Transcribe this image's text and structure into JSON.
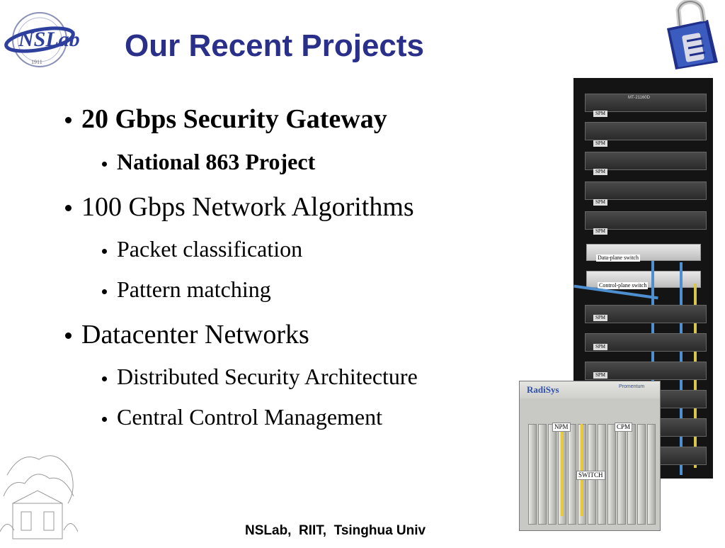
{
  "slide": {
    "title": "Our Recent Projects",
    "bullets": [
      {
        "text": "20 Gbps Security Gateway",
        "bold": true,
        "sub": [
          {
            "text": "National 863 Project",
            "bold": true
          }
        ]
      },
      {
        "text": "100 Gbps Network Algorithms",
        "bold": false,
        "sub": [
          {
            "text": "Packet classification"
          },
          {
            "text": "Pattern matching"
          }
        ]
      },
      {
        "text": "Datacenter Networks",
        "bold": false,
        "sub": [
          {
            "text": "Distributed Security Architecture"
          },
          {
            "text": "Central Control Management"
          }
        ]
      }
    ],
    "footer": "NSLab,  RIIT,  Tsinghua Univ"
  },
  "logo": {
    "text": "NSLab",
    "year": "1911"
  },
  "rack_photo": {
    "model": "MT-21160D",
    "spm_label": "SPM",
    "data_plane": "Data-plane switch",
    "control_plane": "Control-plane switch"
  },
  "chassis_photo": {
    "brand": "RadiSys",
    "brand_right": "Promentum",
    "npm": "NPM",
    "cpm": "CPM",
    "switch": "SWITCH"
  },
  "colors": {
    "title": "#2a2f8a",
    "logo": "#2f3f9e"
  }
}
